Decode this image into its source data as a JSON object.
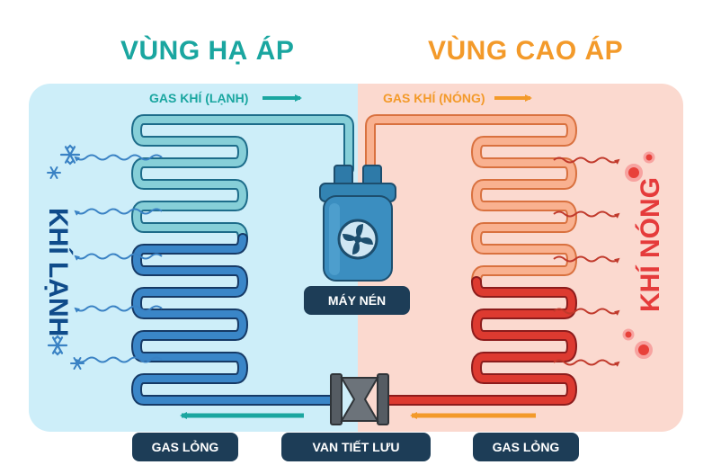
{
  "zones": {
    "low_pressure": "VÙNG HẠ ÁP",
    "high_pressure": "VÙNG CAO ÁP"
  },
  "flows": {
    "gas_cold": "GAS KHÍ (LẠNH)",
    "gas_hot": "GAS KHÍ (NÓNG)"
  },
  "side_labels": {
    "cold_air": "KHÍ LẠNH",
    "hot_air": "KHÍ NÓNG"
  },
  "components": {
    "compressor": "MÁY NÉN",
    "expansion_valve": "VAN TIẾT LƯU",
    "liquid_gas_left": "GAS LỎNG",
    "liquid_gas_right": "GAS LỎNG"
  },
  "colors": {
    "low_bg": "#cdeef9",
    "high_bg": "#fbd9cf",
    "teal": "#1aa6a0",
    "cold_pipe_light": "#7cc4cf",
    "cold_pipe_dark": "#1f5f9e",
    "hot_pipe_light": "#f7a882",
    "hot_pipe_dark": "#d8382e",
    "orange": "#f39a2a",
    "navy": "#1d3d57",
    "cold_text": "#0f4b8a",
    "hot_text": "#e53b3b"
  },
  "icons": [
    "snowflake-icon",
    "heat-dot-icon",
    "fan-icon",
    "arrow-icon"
  ]
}
